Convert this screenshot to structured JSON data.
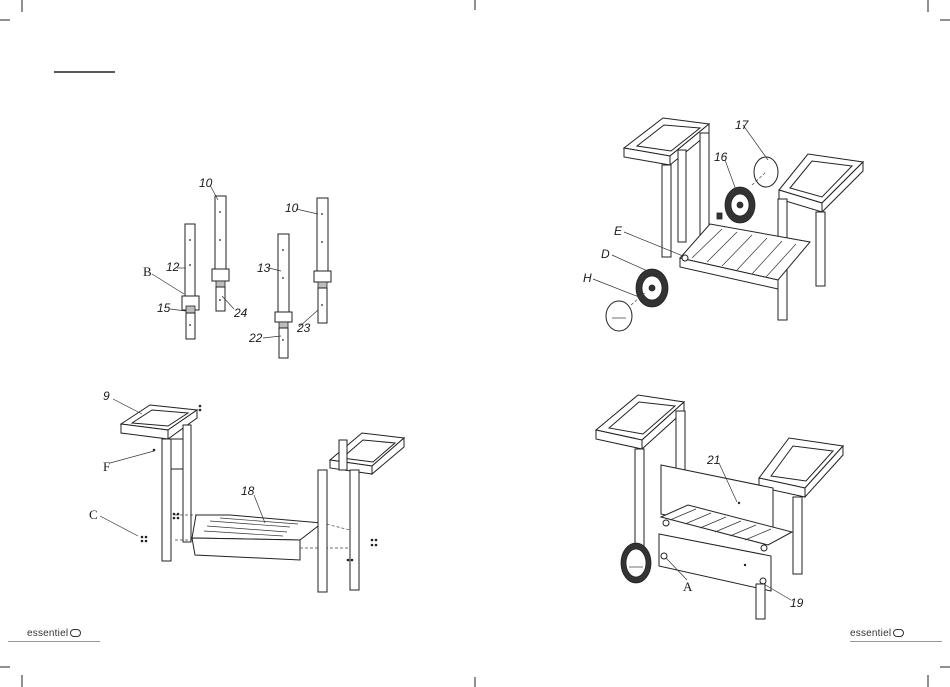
{
  "left_page": {
    "step1_parts": {
      "b": "B",
      "p10a": "10",
      "p10b": "10",
      "p12": "12",
      "p13": "13",
      "p15": "15",
      "p22": "22",
      "p23": "23",
      "p24": "24"
    },
    "step2_parts": {
      "p9": "9",
      "f": "F",
      "c": "C",
      "p18": "18"
    },
    "footer_brand": "essentiel",
    "footer_logo_mark": "b"
  },
  "right_page": {
    "step3_parts": {
      "p17": "17",
      "p16": "16",
      "e": "E",
      "d": "D",
      "h": "H"
    },
    "step4_parts": {
      "p21": "21",
      "a": "A",
      "p19": "19"
    },
    "footer_brand": "essentiel",
    "footer_logo_mark": "b"
  }
}
